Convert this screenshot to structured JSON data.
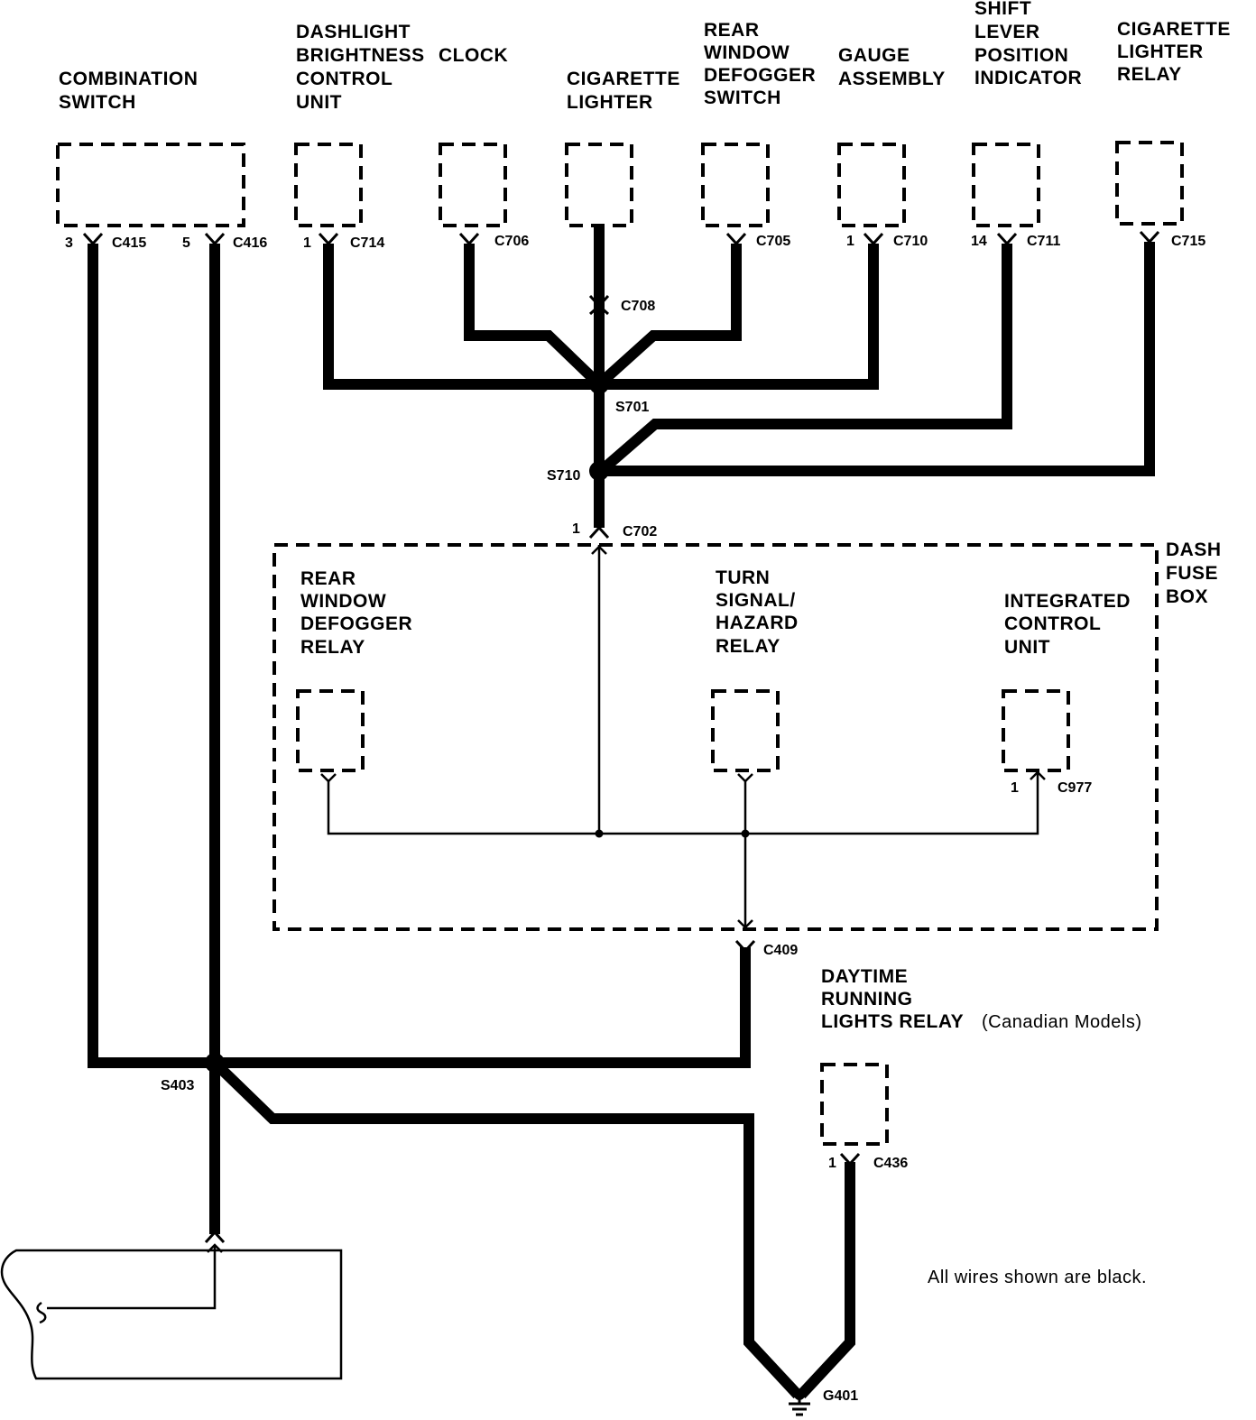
{
  "components": {
    "combination_switch": [
      "COMBINATION",
      "SWITCH"
    ],
    "dashlight_unit": [
      "DASHLIGHT",
      "BRIGHTNESS",
      "CONTROL",
      "UNIT"
    ],
    "clock": [
      "CLOCK"
    ],
    "cigarette_lighter": [
      "CIGARETTE",
      "LIGHTER"
    ],
    "rear_defogger_switch": [
      "REAR",
      "WINDOW",
      "DEFOGGER",
      "SWITCH"
    ],
    "gauge_assembly": [
      "GAUGE",
      "ASSEMBLY"
    ],
    "shift_lever_indicator": [
      "SHIFT",
      "LEVER",
      "POSITION",
      "INDICATOR"
    ],
    "cigarette_lighter_relay": [
      "CIGARETTE",
      "LIGHTER",
      "RELAY"
    ],
    "dash_fuse_box": [
      "DASH",
      "FUSE",
      "BOX"
    ],
    "rear_defogger_relay": [
      "REAR",
      "WINDOW",
      "DEFOGGER",
      "RELAY"
    ],
    "turn_signal_relay": [
      "TURN",
      "SIGNAL/",
      "HAZARD",
      "RELAY"
    ],
    "integrated_control_unit": [
      "INTEGRATED",
      "CONTROL",
      "UNIT"
    ],
    "drl_relay": [
      "DAYTIME",
      "RUNNING",
      "LIGHTS RELAY"
    ],
    "drl_relay_note": "(Canadian Models)"
  },
  "connectors": {
    "c415": "C415",
    "c416": "C416",
    "c714": "C714",
    "c706": "C706",
    "c708": "C708",
    "c705": "C705",
    "c710": "C710",
    "c711": "C711",
    "c715": "C715",
    "c702": "C702",
    "c977": "C977",
    "c409": "C409",
    "c436": "C436"
  },
  "pins": {
    "c415": "3",
    "c416": "5",
    "c714": "1",
    "c710": "1",
    "c711": "14",
    "c702": "1",
    "c977": "1",
    "c436": "1"
  },
  "splices": {
    "s701": "S701",
    "s710": "S710",
    "s403": "S403"
  },
  "ground": "G401",
  "wire_note": "All wires shown are black."
}
